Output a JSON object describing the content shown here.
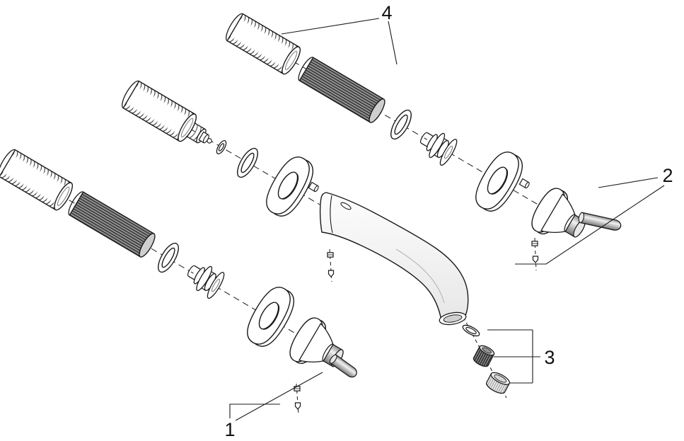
{
  "canvas": {
    "background": "#ffffff",
    "line_color": "#1a1a1a",
    "knurl_dark": "#2e2e2e",
    "metal_gray": "#9e9e9e"
  },
  "diagram": {
    "type": "exploded-parts-diagram",
    "callouts": {
      "c1": {
        "number": "1"
      },
      "c2": {
        "number": "2"
      },
      "c3": {
        "number": "3"
      },
      "c4": {
        "number": "4"
      }
    },
    "parts": [
      "ribbed-extension-hose",
      "knurled-extension-sleeve",
      "o-ring",
      "wall-union-stack",
      "escutcheon-plate",
      "lever-handle",
      "set-screw",
      "wall-mounted-spout",
      "aerator-seal-ring",
      "aerator-insert",
      "aerator-housing"
    ]
  }
}
